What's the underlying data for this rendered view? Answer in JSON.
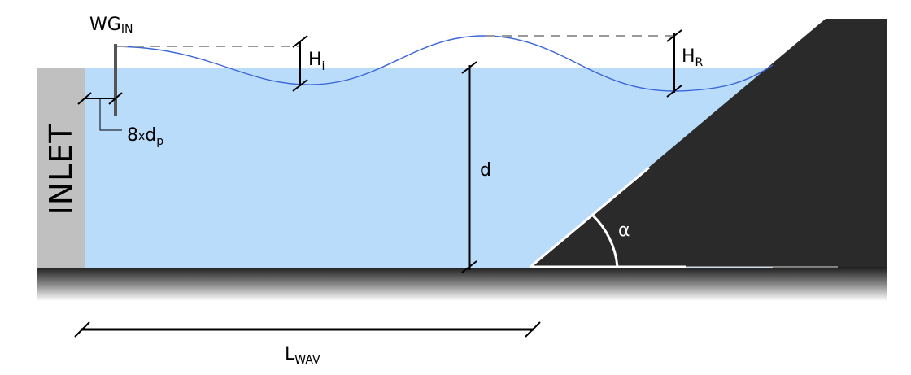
{
  "labels": {
    "wg_main": "WG",
    "wg_sub": "IN",
    "hi_main": "H",
    "hi_sub": "i",
    "hr_main": "H",
    "hr_sub": "R",
    "depth": "d",
    "angle": "α",
    "inlet": "INLET",
    "spacing_factor": "8",
    "spacing_times": "x",
    "spacing_main": "d",
    "spacing_sub": "p",
    "lwav_main": "L",
    "lwav_sub": "WAV"
  },
  "colors": {
    "water": "#b9dcfb",
    "inlet_wall": "#c0c0c0",
    "structure": "#2a2a2a",
    "wave_line": "#3a66d8",
    "reference_dash": "#9a9a9a",
    "slope_edge": "#ffffff"
  }
}
